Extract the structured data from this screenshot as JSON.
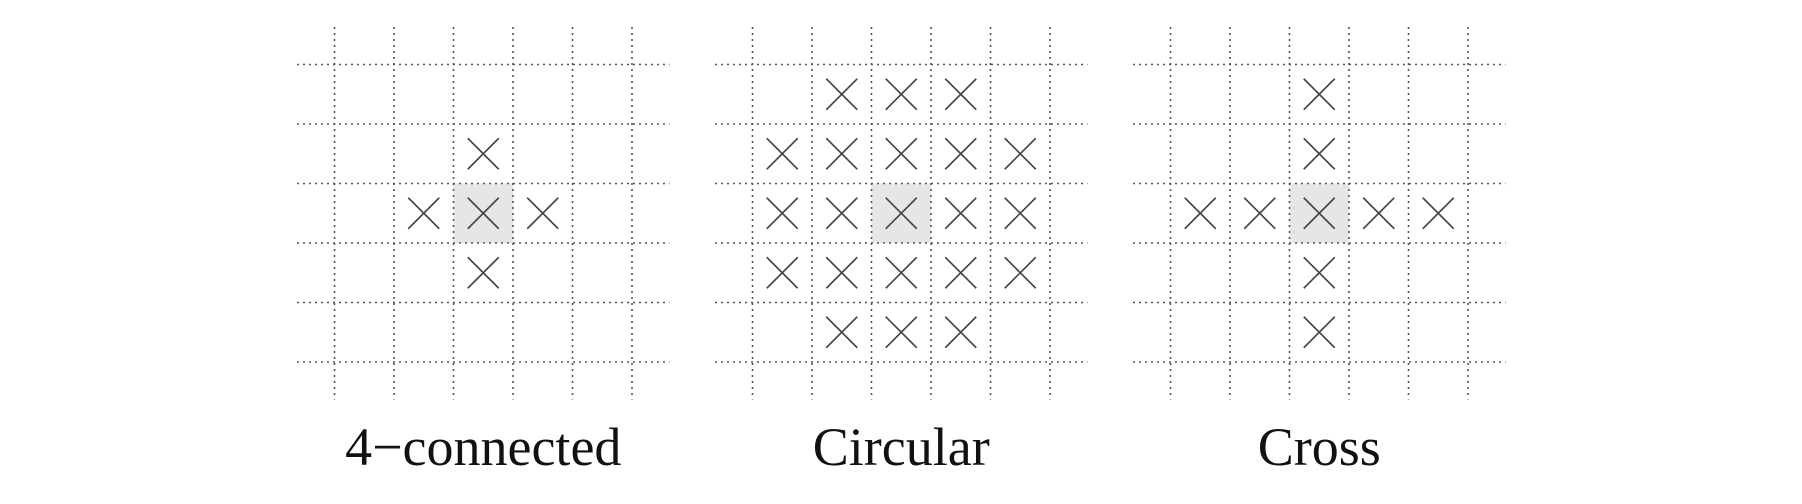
{
  "panels": [
    {
      "label": "4−connected",
      "center": [
        3,
        3
      ],
      "marks": [
        [
          3,
          2
        ],
        [
          2,
          3
        ],
        [
          3,
          3
        ],
        [
          4,
          3
        ],
        [
          3,
          4
        ]
      ]
    },
    {
      "label": "Circular",
      "center": [
        3,
        3
      ],
      "marks": [
        [
          2,
          1
        ],
        [
          3,
          1
        ],
        [
          4,
          1
        ],
        [
          1,
          2
        ],
        [
          2,
          2
        ],
        [
          3,
          2
        ],
        [
          4,
          2
        ],
        [
          5,
          2
        ],
        [
          1,
          3
        ],
        [
          2,
          3
        ],
        [
          3,
          3
        ],
        [
          4,
          3
        ],
        [
          5,
          3
        ],
        [
          1,
          4
        ],
        [
          2,
          4
        ],
        [
          3,
          4
        ],
        [
          4,
          4
        ],
        [
          5,
          4
        ],
        [
          2,
          5
        ],
        [
          3,
          5
        ],
        [
          4,
          5
        ]
      ]
    },
    {
      "label": "Cross",
      "center": [
        3,
        3
      ],
      "marks": [
        [
          3,
          1
        ],
        [
          3,
          2
        ],
        [
          1,
          3
        ],
        [
          2,
          3
        ],
        [
          3,
          3
        ],
        [
          4,
          3
        ],
        [
          5,
          3
        ],
        [
          3,
          4
        ],
        [
          3,
          5
        ]
      ]
    }
  ],
  "colors": {
    "center_cell": "#e6e6e6",
    "grid": "#555555",
    "mark": "#444444",
    "label": "#111111"
  }
}
